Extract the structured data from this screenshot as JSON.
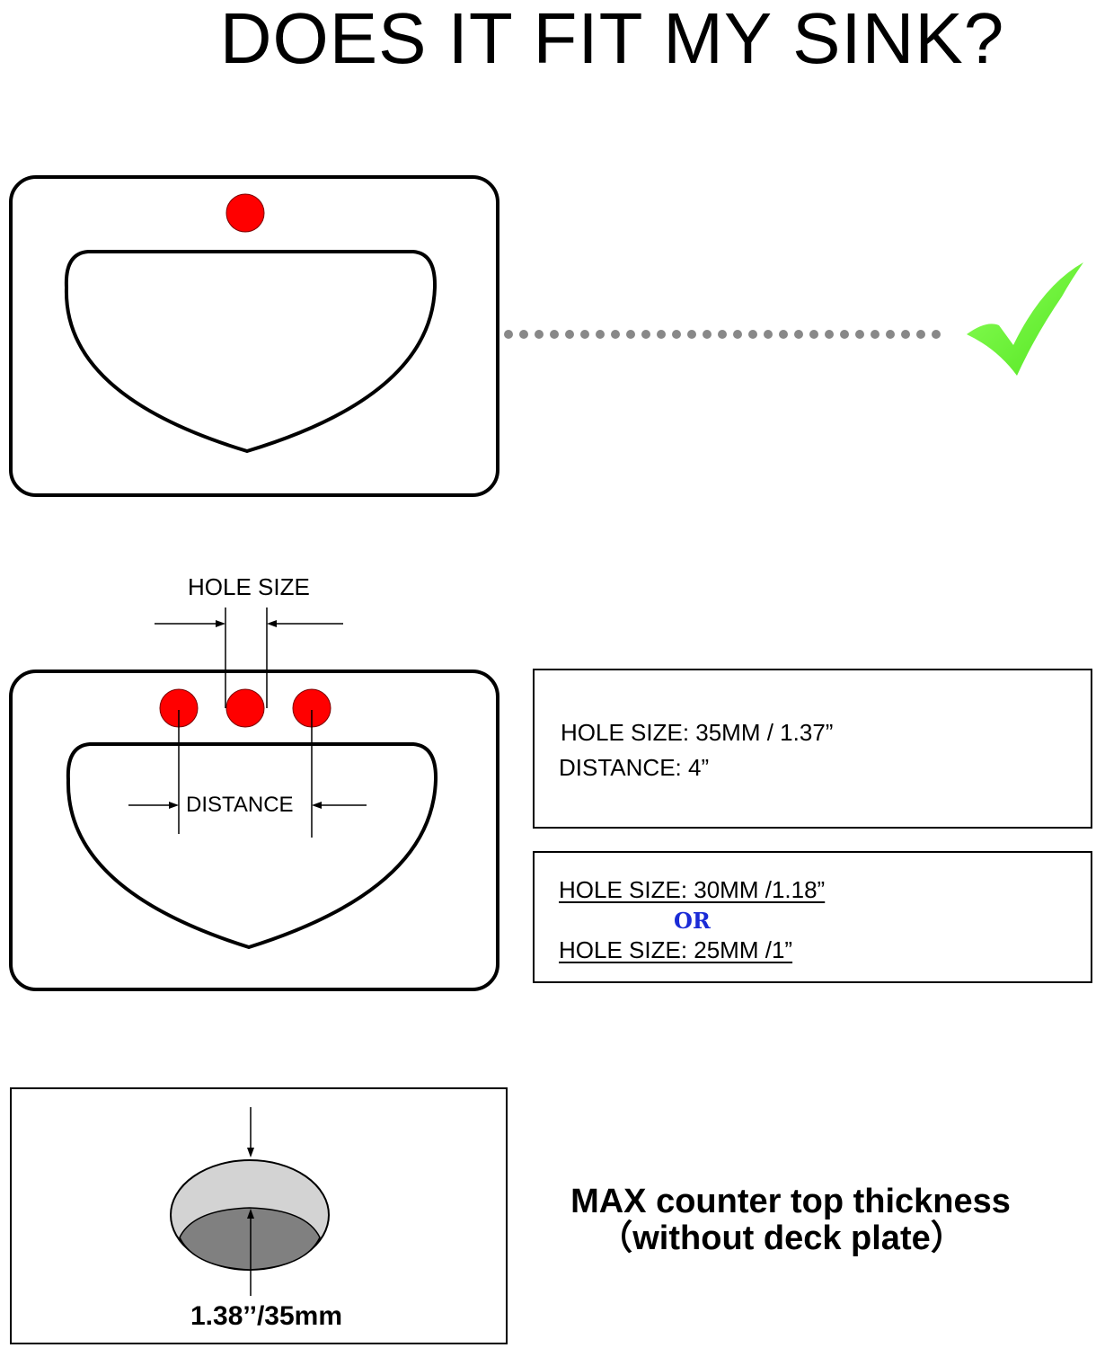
{
  "title": "DOES IT FIT MY SINK?",
  "diagram2": {
    "hole_size_label": "HOLE SIZE",
    "distance_label": "DISTANCE"
  },
  "good_box": {
    "line1": "HOLE SIZE: 35MM / 1.37”",
    "line2": "DISTANCE: 4”"
  },
  "bad_box": {
    "line1": "HOLE SIZE: 30MM /1.18”",
    "or": "OR",
    "line2": "HOLE SIZE: 25MM /1”"
  },
  "thickness": {
    "measurement": "1.38’’/35mm",
    "caption_line1": "MAX counter top thickness",
    "caption_line2": "（without deck plate）"
  },
  "colors": {
    "hole_red": "#ff0000",
    "check_green": "#6ff53a",
    "or_blue": "#1a2bd6",
    "cross_red": "#d61818"
  },
  "icons": [
    "check-icon",
    "check-icon",
    "cross-icon"
  ]
}
